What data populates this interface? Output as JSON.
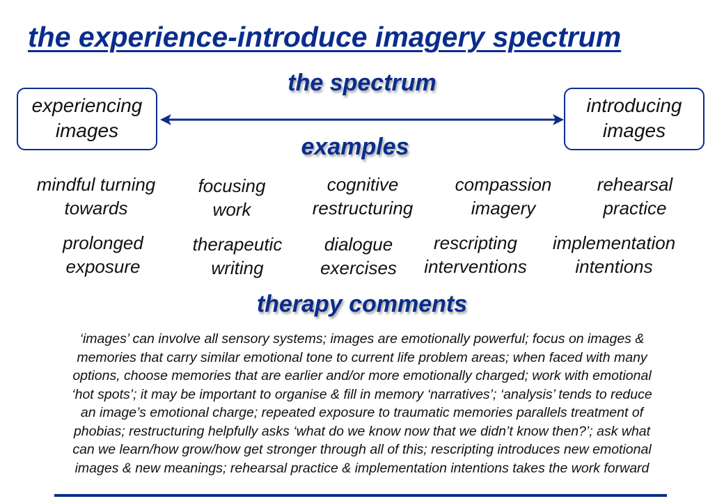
{
  "title": "the experience-introduce imagery spectrum",
  "headings": {
    "spectrum": "the spectrum",
    "examples": "examples",
    "therapy": "therapy comments"
  },
  "spectrum": {
    "left_line1": "experiencing",
    "left_line2": "images",
    "right_line1": "introducing",
    "right_line2": "images",
    "arrow_color": "#0a2d8c"
  },
  "examples": [
    [
      "mindful turning",
      "towards"
    ],
    [
      "focusing",
      "work"
    ],
    [
      "cognitive",
      "restructuring"
    ],
    [
      "compassion",
      "imagery"
    ],
    [
      "rehearsal",
      "practice"
    ],
    [
      "prolonged",
      "exposure"
    ],
    [
      "therapeutic",
      "writing"
    ],
    [
      "dialogue",
      "exercises"
    ],
    [
      "rescripting",
      "interventions"
    ],
    [
      "implementation",
      "intentions"
    ]
  ],
  "comments": [
    "‘images’ can involve all sensory systems; images are emotionally powerful; focus on images &",
    "memories that carry similar emotional tone to current life problem areas; when faced with many",
    "options, choose memories that are earlier and/or more emotionally charged; work with emotional",
    "‘hot spots’;   it may be important to organise & fill in memory ‘narratives’; ‘analysis’ tends to reduce",
    "an image’s emotional charge; repeated exposure to traumatic memories parallels treatment of",
    "phobias; restructuring helpfully asks ‘what do we know now that we didn’t know then?’; ask what",
    "can we learn/how grow/how get stronger through all of this; rescripting introduces new emotional",
    "images & new meanings; rehearsal practice & implementation intentions takes the work forward"
  ],
  "colors": {
    "accent": "#0a2d8c"
  }
}
